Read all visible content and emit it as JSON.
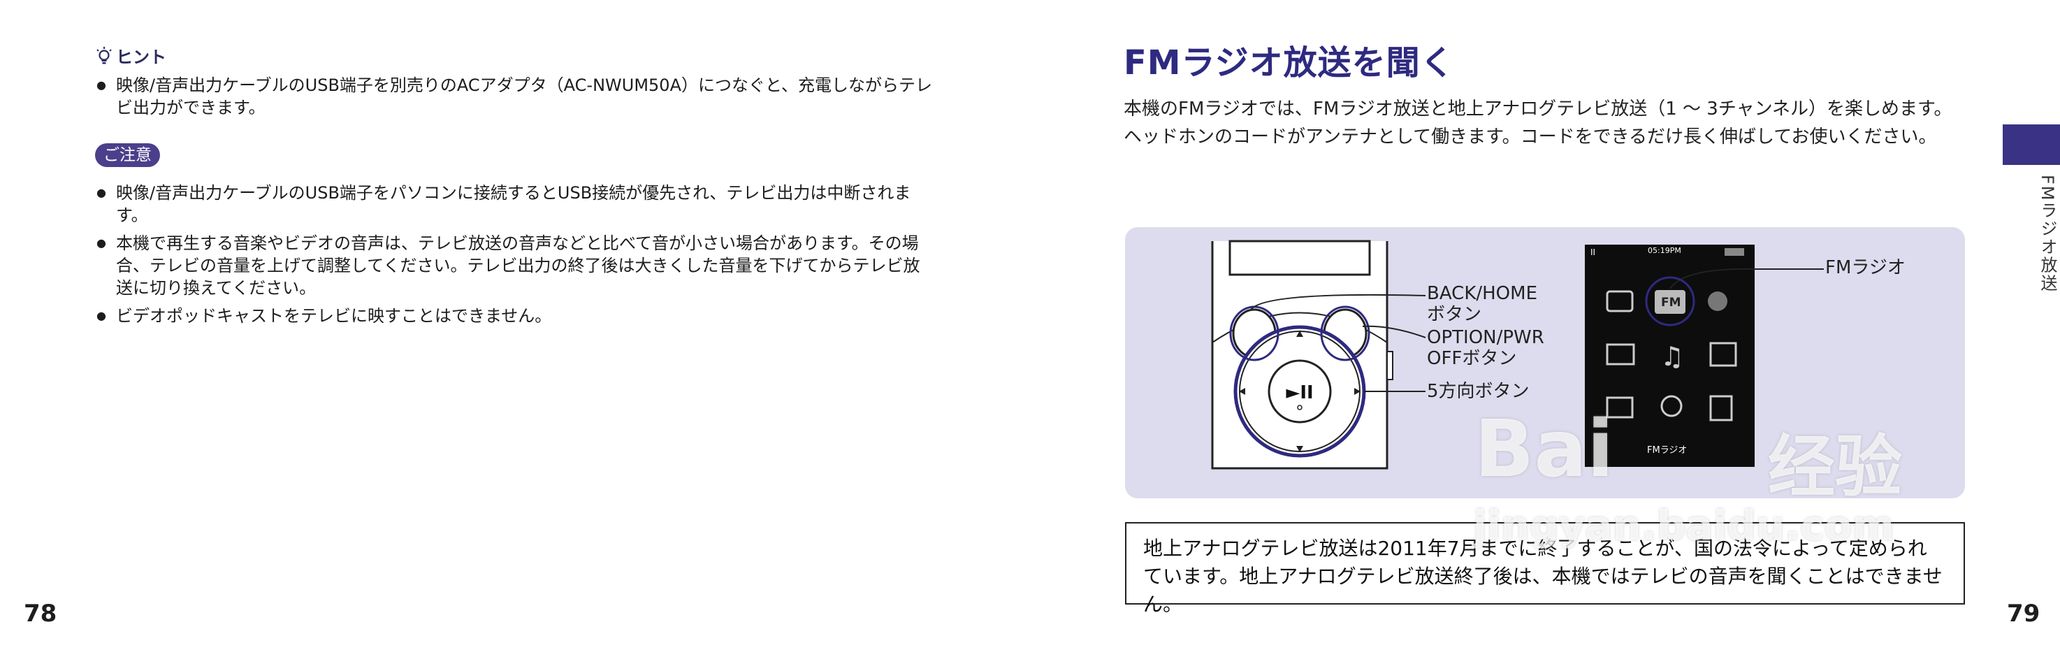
{
  "left_page": {
    "hint_heading": "ヒント",
    "hint_items": [
      "映像/音声出力ケーブルのUSB端子を別売りのACアダプタ（AC-NWUM50A）につなぐと、充電しながらテレビ出力ができます。"
    ],
    "caution_label": "ご注意",
    "caution_items": [
      "映像/音声出力ケーブルのUSB端子をパソコンに接続するとUSB接続が優先され、テレビ出力は中断されます。",
      "本機で再生する音楽やビデオの音声は、テレビ放送の音声などと比べて音が小さい場合があります。その場合、テレビの音量を上げて調整してください。テレビ出力の終了後は大きくした音量を下げてからテレビ放送に切り換えてください。",
      "ビデオポッドキャストをテレビに映すことはできません。"
    ],
    "page_number": "78"
  },
  "right_page": {
    "title": "FMラジオ放送を聞く",
    "intro_1": "本機のFMラジオでは、FMラジオ放送と地上アナログテレビ放送（1 ～ 3チャンネル）を楽しめます。",
    "intro_2": "ヘッドホンのコードがアンテナとして働きます。コードをできるだけ長く伸ばしてお使いください。",
    "side_label": "FMラジオ放送",
    "callouts": {
      "back_home_1": "BACK/HOME",
      "back_home_2": "ボタン",
      "option_pwr_1": "OPTION/PWR",
      "option_pwr_2": "OFFボタン",
      "five_way": "5方向ボタン",
      "fm_radio": "FMラジオ"
    },
    "screen": {
      "time": "05:19PM",
      "fm_icon_text": "FM",
      "caption": "FMラジオ"
    },
    "note_line_1": "地上アナログテレビ放送は2011年7月までに終了することが、国の法令によって定められ",
    "note_line_2": "ています。地上アナログテレビ放送終了後は、本機ではテレビの音声を聞くことはできません。",
    "page_number": "79"
  },
  "watermark": {
    "brand": "Bai",
    "brand_cn": "经验",
    "url": "jingyan.baidu.com"
  },
  "colors": {
    "accent": "#2e2a80",
    "caution_badge": "#4b3f8c",
    "illustration_bg": "#dddcee",
    "side_tab": "#3a3285"
  }
}
